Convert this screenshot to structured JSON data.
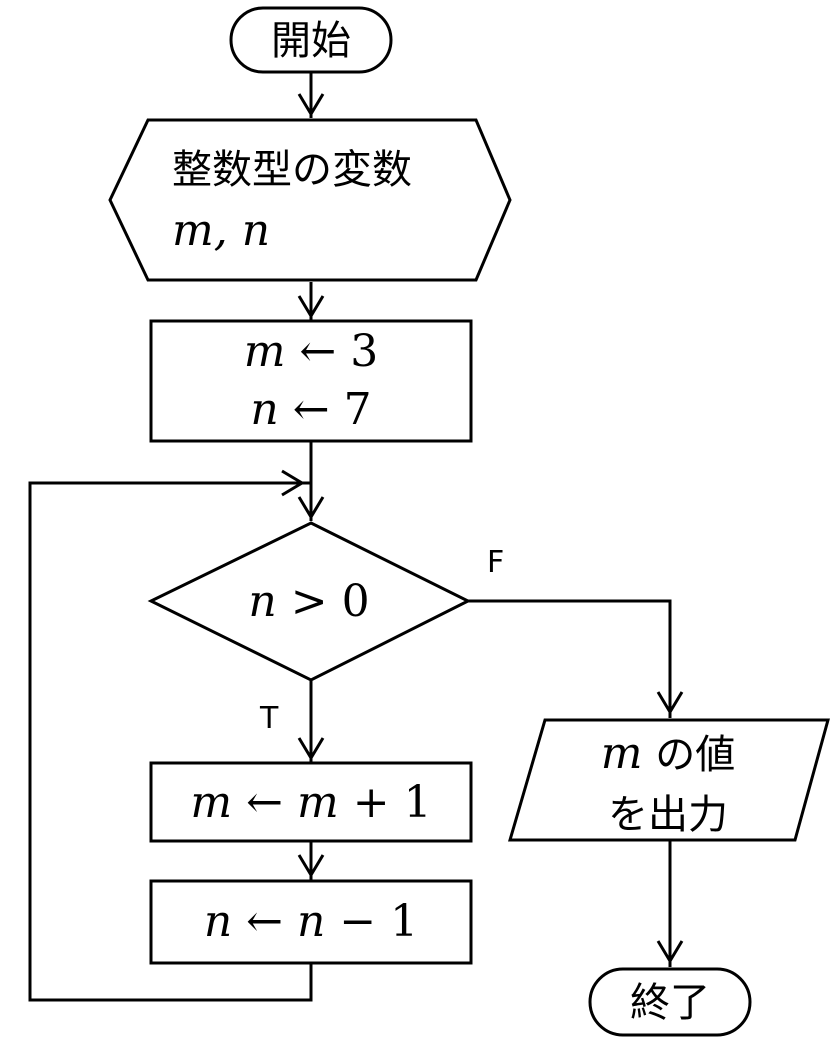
{
  "flowchart": {
    "start_label": "開始",
    "declare": {
      "line1": "整数型の変数",
      "vars": "m, n"
    },
    "init": {
      "line1": {
        "var": "m",
        "rest": " ← 3"
      },
      "line2": {
        "var": "n",
        "rest": " ← 7"
      }
    },
    "condition": {
      "var": "n",
      "rest": " > 0"
    },
    "false_label": "F",
    "true_label": "T",
    "increment_m": {
      "var": "m",
      "mid": " ← ",
      "var2": "m",
      "rest": " + 1"
    },
    "decrement_n": {
      "var": "n",
      "mid": " ← ",
      "var2": "n",
      "rest": " − 1"
    },
    "output": {
      "var": "m",
      "line1_rest": " の値",
      "line2": "を出力"
    },
    "end_label": "終了"
  }
}
